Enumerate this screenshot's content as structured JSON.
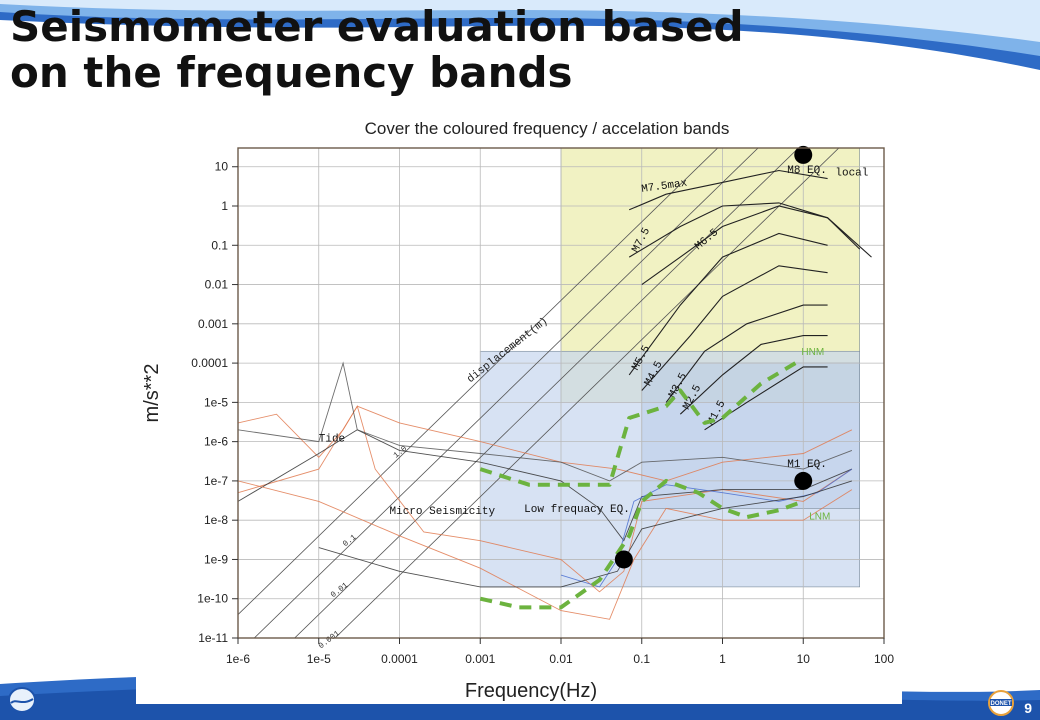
{
  "slide": {
    "title_line1": "Seismometer evaluation based",
    "title_line2": "on the frequency bands",
    "page_number": "9",
    "logo_right_text": "DONET"
  },
  "colors": {
    "yellow_band": "#eef0b8",
    "blue_band": "#c6d6ee",
    "green_curve": "#6cb33f",
    "instrument_blue": "#4a6fd0",
    "instrument_orange": "#e07a50",
    "wave_blue": "#3a6fc8"
  },
  "chart_data": {
    "type": "line",
    "title": "Cover the coloured frequency / accelation bands",
    "xlabel": "Frequency(Hz)",
    "ylabel": "m/s**2",
    "xscale": "log",
    "yscale": "log",
    "xlim": [
      1e-06,
      100
    ],
    "ylim": [
      1e-11,
      30
    ],
    "x_ticks": [
      "1e-6",
      "1e-5",
      "0.0001",
      "0.001",
      "0.01",
      "0.1",
      "1",
      "10",
      "100"
    ],
    "y_ticks": [
      "10",
      "1",
      "0.1",
      "0.01",
      "0.001",
      "0.0001",
      "1e-5",
      "1e-6",
      "1e-7",
      "1e-8",
      "1e-9",
      "1e-10",
      "1e-11"
    ],
    "grid": true,
    "bands": [
      {
        "name": "yellow",
        "x": [
          0.01,
          50
        ],
        "y": [
          1e-05,
          30
        ]
      },
      {
        "name": "blue-main",
        "x": [
          0.001,
          50
        ],
        "y": [
          2e-10,
          0.0002
        ]
      },
      {
        "name": "blue-inner",
        "x": [
          0.1,
          50
        ],
        "y": [
          2e-08,
          0.0001
        ]
      }
    ],
    "earthquake_curves": [
      {
        "label": "M7.5max",
        "x": [
          0.07,
          0.2,
          1,
          5,
          20
        ],
        "y": [
          0.8,
          2,
          4,
          8,
          5
        ]
      },
      {
        "label": "M7.5",
        "x": [
          0.07,
          0.3,
          1,
          5,
          20,
          70
        ],
        "y": [
          0.05,
          0.3,
          1,
          1.2,
          0.5,
          0.05
        ]
      },
      {
        "label": "M6.5",
        "x": [
          0.1,
          0.3,
          1,
          5,
          20,
          50
        ],
        "y": [
          0.01,
          0.05,
          0.3,
          1,
          0.5,
          0.08
        ]
      },
      {
        "label": "M5.5",
        "x": [
          0.07,
          0.3,
          1,
          5,
          20
        ],
        "y": [
          5e-05,
          0.003,
          0.05,
          0.2,
          0.1
        ]
      },
      {
        "label": "M4.5",
        "x": [
          0.1,
          0.4,
          1,
          5,
          20
        ],
        "y": [
          2e-05,
          0.0005,
          0.005,
          0.03,
          0.02
        ]
      },
      {
        "label": "M3.5",
        "x": [
          0.2,
          0.6,
          2,
          10,
          20
        ],
        "y": [
          1e-05,
          0.0002,
          0.001,
          0.003,
          0.003
        ]
      },
      {
        "label": "M2.5",
        "x": [
          0.3,
          1,
          3,
          10,
          20
        ],
        "y": [
          5e-06,
          5e-05,
          0.0003,
          0.0005,
          0.0005
        ]
      },
      {
        "label": "M1.5",
        "x": [
          0.6,
          2,
          10,
          20
        ],
        "y": [
          2e-06,
          1e-05,
          8e-05,
          8e-05
        ]
      }
    ],
    "noise_models": [
      {
        "label": "HNM",
        "x": [
          0.001,
          0.004,
          0.015,
          0.04,
          0.07,
          0.2,
          0.3,
          0.6,
          1,
          3,
          8
        ],
        "y": [
          2e-07,
          8e-08,
          8e-08,
          8e-08,
          4e-06,
          8e-06,
          2e-05,
          3e-06,
          4e-06,
          3e-05,
          0.0001
        ]
      },
      {
        "label": "LNM",
        "x": [
          0.001,
          0.003,
          0.01,
          0.03,
          0.07,
          0.1,
          0.2,
          0.5,
          1,
          2,
          5,
          10
        ],
        "y": [
          1e-10,
          6e-11,
          6e-11,
          3e-10,
          4e-09,
          3e-08,
          1e-07,
          5e-08,
          2e-08,
          1.2e-08,
          1.8e-08,
          3e-08
        ]
      }
    ],
    "markers": [
      {
        "label": "M8 EQ.",
        "x": 10,
        "y": 20
      },
      {
        "label": "M1 EQ.",
        "x": 10,
        "y": 1e-07
      },
      {
        "label": "",
        "x": 0.06,
        "y": 1e-09
      }
    ],
    "displacement_lines": {
      "label": "displacement(m)",
      "values": [
        "1.0",
        "0.1",
        "0.01",
        "0.001"
      ]
    },
    "annotations": [
      {
        "text": "Tide",
        "x": 1e-05,
        "y": 1e-06
      },
      {
        "text": "Micro Seismicity",
        "x": 0.0001,
        "y": 1e-08
      },
      {
        "text": "Low frequacy EQ.",
        "x": 0.002,
        "y": 1e-08
      },
      {
        "text": "local",
        "x": 25,
        "y": 6
      }
    ]
  }
}
